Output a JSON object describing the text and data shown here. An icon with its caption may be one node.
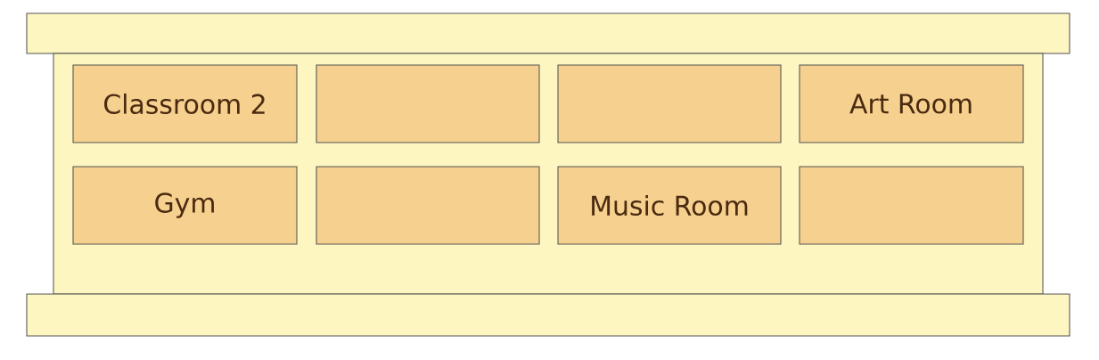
{
  "diagram": {
    "nodes": [
      {
        "text": [],
        "shape": "bar"
      },
      {
        "text": [],
        "shape": "box"
      },
      {
        "text": [
          "Classroom 2"
        ],
        "in": 1
      },
      {
        "text": [],
        "shape": "box",
        "in": 1
      },
      {
        "text": [],
        "shape": "box",
        "in": 1
      },
      {
        "text": [
          "Art Room"
        ],
        "in": 1
      },
      {
        "text": [
          "Gym"
        ],
        "in": 1
      },
      {
        "text": [],
        "shape": "box",
        "in": 1
      },
      {
        "text": [
          "Music Room"
        ],
        "in": 1
      },
      {
        "text": [],
        "shape": "box",
        "in": 1
      },
      {
        "text": [],
        "shape": "bar"
      }
    ]
  }
}
